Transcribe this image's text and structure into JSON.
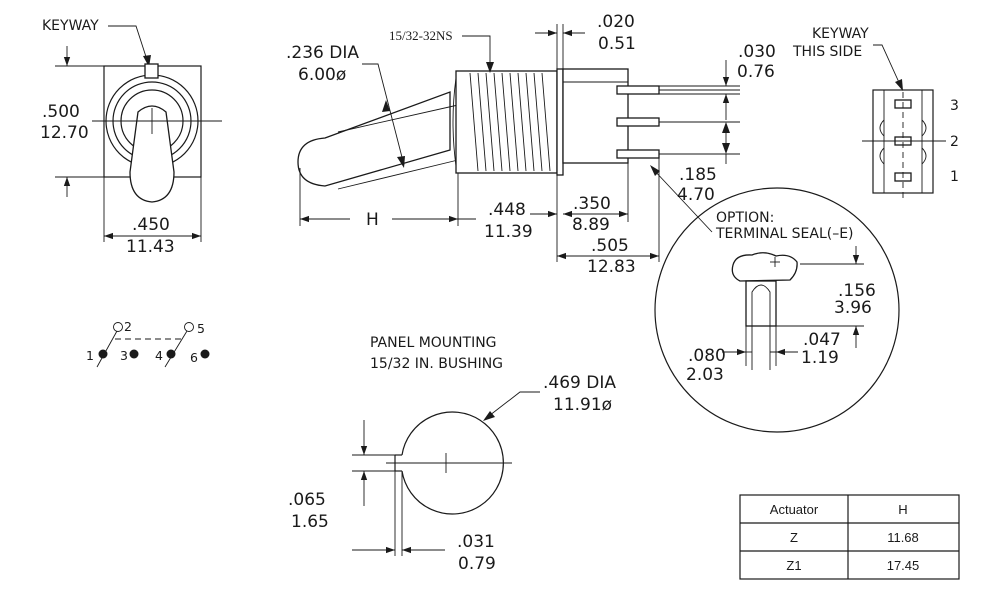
{
  "front_view": {
    "keyway_label": "KEYWAY",
    "height_in": ".500",
    "height_mm": "12.70",
    "width_in": ".450",
    "width_mm": "11.43"
  },
  "side_view": {
    "thread_label": "15/32-32NS",
    "lever_dia_in": ".236 DIA",
    "lever_dia_mm": "6.00ø",
    "h_label": "H",
    "bushing_len_in": ".448",
    "bushing_len_mm": "11.39",
    "flange_in": ".020",
    "flange_mm": "0.51",
    "pin_width_in": ".030",
    "pin_width_mm": "0.76",
    "pin_pitch_in": ".185",
    "pin_pitch_mm": "4.70",
    "body_len_in": ".350",
    "body_len_mm": "8.89",
    "overall_in": ".505",
    "overall_mm": "12.83"
  },
  "bottom_view": {
    "keyway_line1": "KEYWAY",
    "keyway_line2": "THIS SIDE",
    "pins": [
      "3",
      "2",
      "1"
    ]
  },
  "schematic": {
    "terminals": [
      "1",
      "2",
      "3",
      "4",
      "5",
      "6"
    ]
  },
  "seal_detail": {
    "title_line1": "OPTION:",
    "title_line2": "TERMINAL SEAL(–E)",
    "height_in": ".156",
    "height_mm": "3.96",
    "outer_in": ".080",
    "outer_mm": "2.03",
    "inner_in": ".047",
    "inner_mm": "1.19"
  },
  "panel": {
    "title_line1": "PANEL MOUNTING",
    "title_line2": "15/32 IN. BUSHING",
    "hole_dia_in": ".469 DIA",
    "hole_dia_mm": "11.91ø",
    "key_depth_in": ".065",
    "key_depth_mm": "1.65",
    "key_width_in": ".031",
    "key_width_mm": "0.79"
  },
  "h_table": {
    "headers": [
      "Actuator",
      "H"
    ],
    "rows": [
      [
        "Z",
        "11.68"
      ],
      [
        "Z1",
        "17.45"
      ]
    ]
  }
}
